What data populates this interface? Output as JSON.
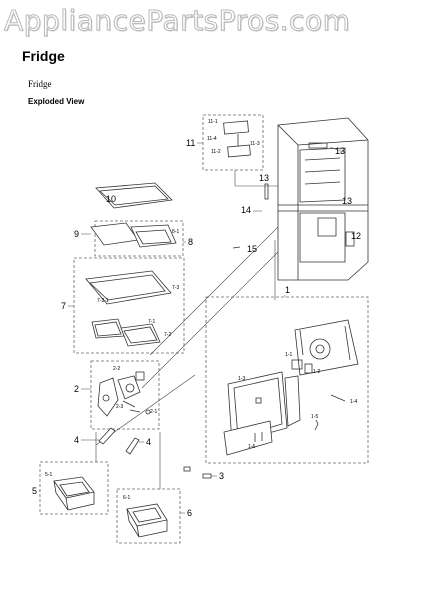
{
  "watermark": "AppliancePartsPros.com",
  "page_title": "Fridge",
  "subtitle": "Fridge",
  "view_label": "Exploded View",
  "part_labels": {
    "p1": "1",
    "p1_1": "1-1",
    "p1_2": "1-2",
    "p1_3": "1-3",
    "p1_4": "1-4",
    "p1_5": "1-5",
    "p1_6": "1-6",
    "p2": "2",
    "p2_1": "2-1",
    "p2_2": "2-2",
    "p2_3": "2-3",
    "p3": "3",
    "p4a": "4",
    "p4b": "4",
    "p5": "5",
    "p5_1": "5-1",
    "p6": "6",
    "p6_1": "6-1",
    "p7": "7",
    "p7_1": "7-1",
    "p7_2": "7-2",
    "p7_3": "7-3",
    "p7_3_1": "7-3-1",
    "p8": "8",
    "p8_1": "8-1",
    "p9": "9",
    "p10": "10",
    "p11": "11",
    "p11_1": "11-1",
    "p11_2": "11-2",
    "p11_3": "11-3",
    "p11_4": "11-4",
    "p12": "12",
    "p13a": "13",
    "p13b": "13",
    "p13c": "13",
    "p14": "14",
    "p15": "15"
  }
}
